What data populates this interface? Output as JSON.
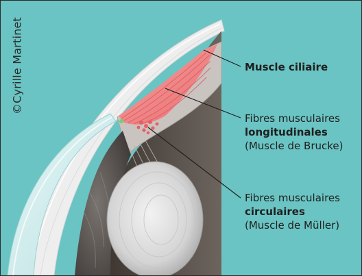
{
  "credit": "©Cyrille Martinet",
  "labels": {
    "muscle_ciliaire": "Muscle ciliaire",
    "longitudinales": {
      "line1": "Fibres musculaires",
      "line2": "longitudinales",
      "line3": "(Muscle de Brucke)"
    },
    "circulaires": {
      "line1": "Fibres musculaires",
      "line2": "circulaires",
      "line3": "(Muscle de Müller)"
    }
  },
  "colors": {
    "background": "#6ac4c3",
    "dark_interior": "#4b4540",
    "muscle_red": "#ee7f80",
    "sclera": "#e9eaea",
    "lens": "#d9d9d9"
  }
}
